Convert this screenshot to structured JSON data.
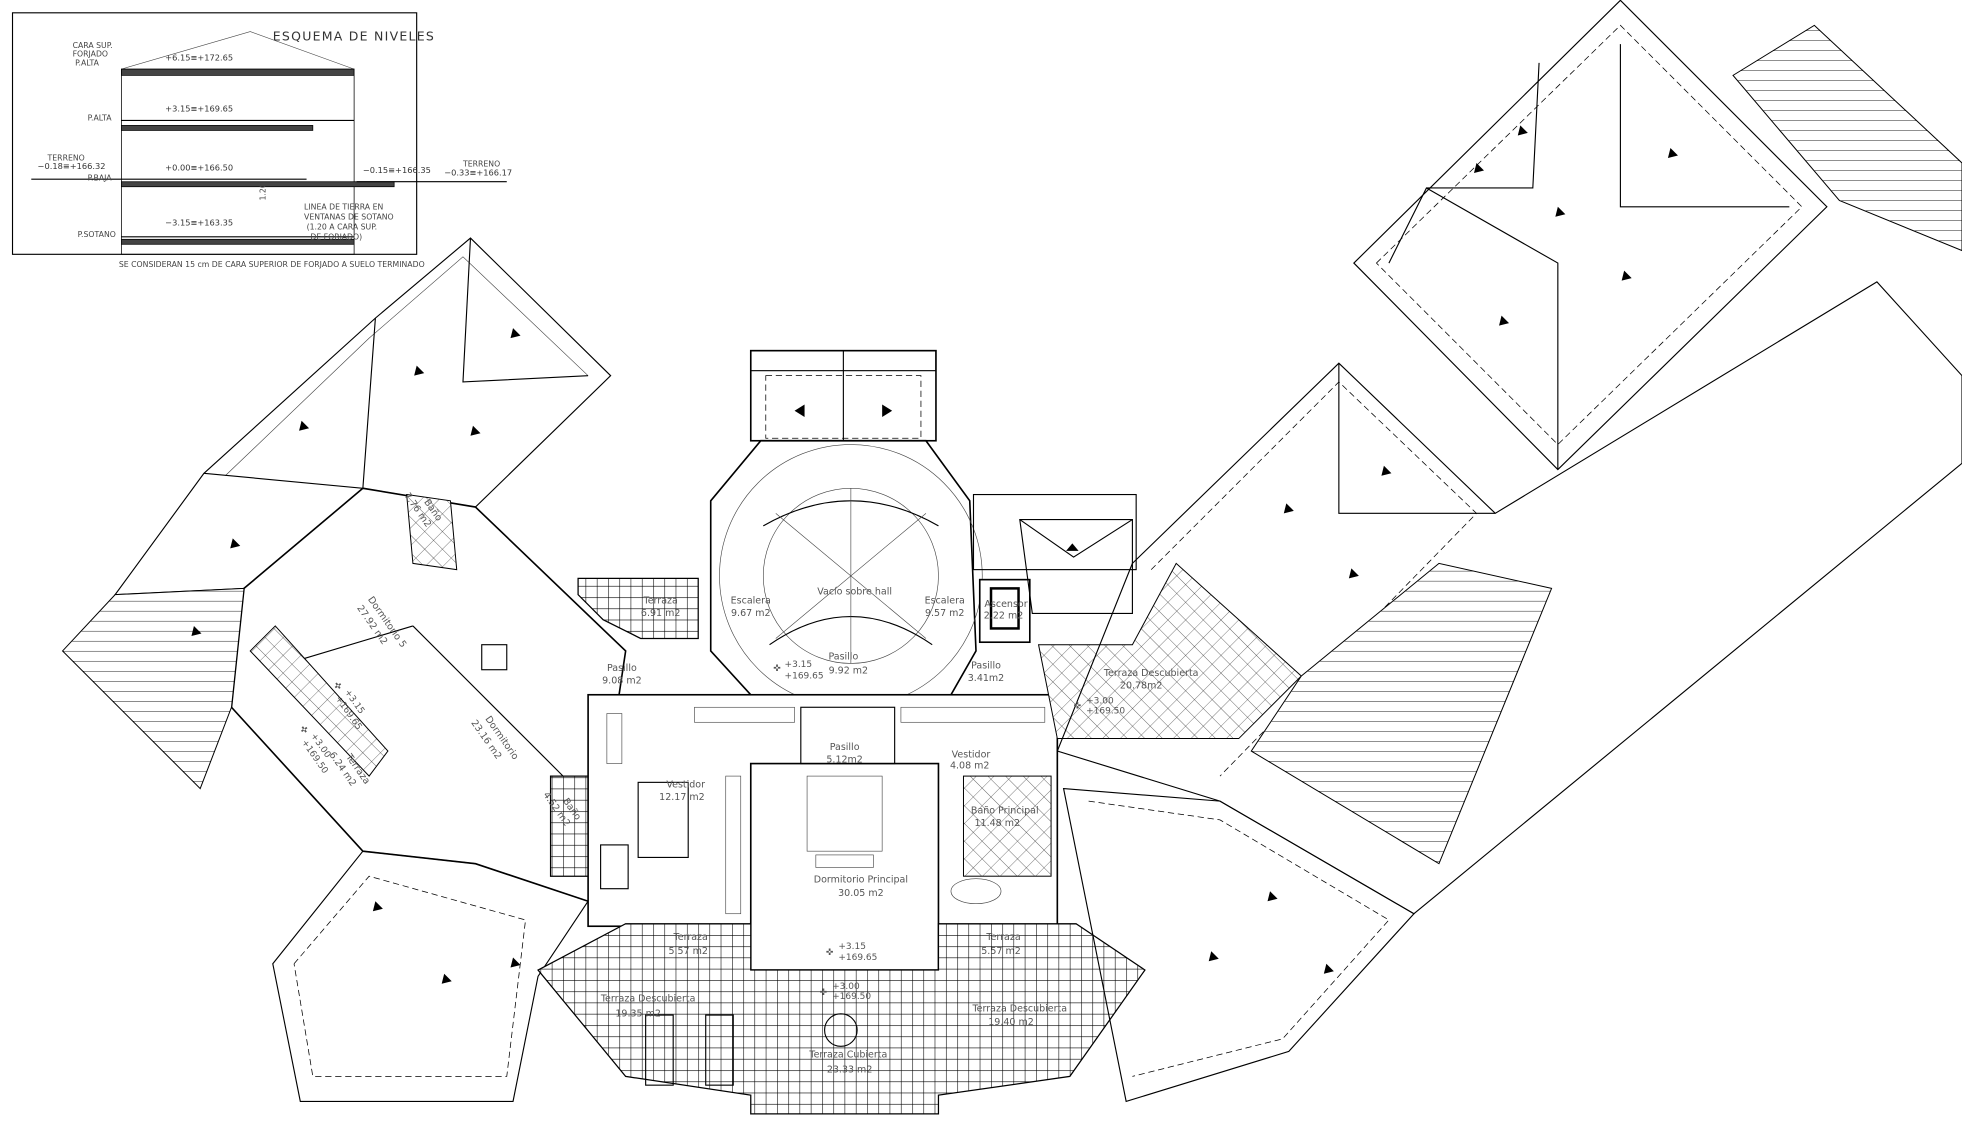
{
  "legend": {
    "title": "ESQUEMA DE NIVELES",
    "cara_sup": "CARA SUP.",
    "forjado": "FORJADO",
    "p_alta_top": "P.ALTA",
    "p_alta": "P.ALTA",
    "p_baja": "P.BAJA",
    "p_sotano": "P.SOTANO",
    "terreno_left": "TERRENO",
    "terreno_right": "TERRENO",
    "lvl_roof": "+6.15≡+172.65",
    "lvl_alta": "+3.15≡+169.65",
    "lvl_baja": "+0.00≡+166.50",
    "lvl_terreno_left": "−0.18≡+166.32",
    "lvl_step": "−0.15≡+166.35",
    "lvl_terreno_right": "−0.33≡+166.17",
    "lvl_sotano": "−3.15≡+163.35",
    "tierra_1": "LINEA DE TIERRA EN",
    "tierra_2": "VENTANAS DE SOTANO",
    "tierra_3": "(1.20 A CARA SUP.",
    "tierra_4": "DE FORJADO)",
    "dim": "1.20",
    "note": "SE CONSIDERAN 15 cm DE CARA SUPERIOR DE FORJADO A SUELO TERMINADO"
  },
  "rooms": {
    "terraza_n": {
      "name": "Terraza",
      "area": "6.91 m2"
    },
    "escalera_l": {
      "name": "Escalera",
      "area": "9.67 m2"
    },
    "vacio": {
      "name": "Vacío sobre hall"
    },
    "escalera_r": {
      "name": "Escalera",
      "area": "9.57 m2"
    },
    "ascensor": {
      "name": "Ascensor",
      "area": "2.22 m2"
    },
    "pasillo_l": {
      "name": "Pasillo",
      "area": "9.08 m2"
    },
    "pasillo_c": {
      "name": "Pasillo",
      "area": "9.92 m2"
    },
    "pasillo_r": {
      "name": "Pasillo",
      "area": "3.41m2"
    },
    "terraza_desc_ne": {
      "name": "Terraza Descubierta",
      "area": "20.78m2"
    },
    "pasillo_s": {
      "name": "Pasillo",
      "area": "5.12m2"
    },
    "vestidor_r": {
      "name": "Vestidor",
      "area": "4.08 m2"
    },
    "vestidor_l": {
      "name": "Vestidor",
      "area": "12.17 m2"
    },
    "bano_principal": {
      "name": "Baño Principal",
      "area": "11.48 m2"
    },
    "dormitorio_principal": {
      "name": "Dormitorio Principal",
      "area": "30.05 m2"
    },
    "terraza_sl": {
      "name": "Terraza",
      "area": "5.57 m2"
    },
    "terraza_sr": {
      "name": "Terraza",
      "area": "5.57 m2"
    },
    "terraza_desc_sw": {
      "name": "Terraza Descubierta",
      "area": "19.35 m2"
    },
    "terraza_desc_se": {
      "name": "Terraza Descubierta",
      "area": "19.40 m2"
    },
    "terraza_cubierta": {
      "name": "Terraza Cubierta",
      "area": "23.33 m2"
    },
    "dormitorio_5": {
      "name": "Dormitorio 5",
      "area": "27.92 m2"
    },
    "dormitorio_4": {
      "name": "Dormitorio",
      "area": "23.16 m2"
    },
    "terraza_w": {
      "name": "Terraza",
      "area": "6.24 m2"
    },
    "bano_nw": {
      "name": "Baño",
      "area": "7.76 m2"
    },
    "bano_w": {
      "name": "Baño",
      "area": "4.52 m2"
    }
  },
  "levels": {
    "hall": {
      "a": "+3.15",
      "b": "+169.65"
    },
    "dormitorio_principal": {
      "a": "+3.15",
      "b": "+169.65"
    },
    "terraza_cubierta": {
      "a": "+3.00",
      "b": "+169.50"
    },
    "terraza_desc_ne": {
      "a": "+3.00",
      "b": "+169.50"
    },
    "dormitorio_5": {
      "a": "+3.15",
      "b": "+169.65"
    },
    "terraza_w": {
      "a": "+3.00",
      "b": "+169.50"
    }
  }
}
